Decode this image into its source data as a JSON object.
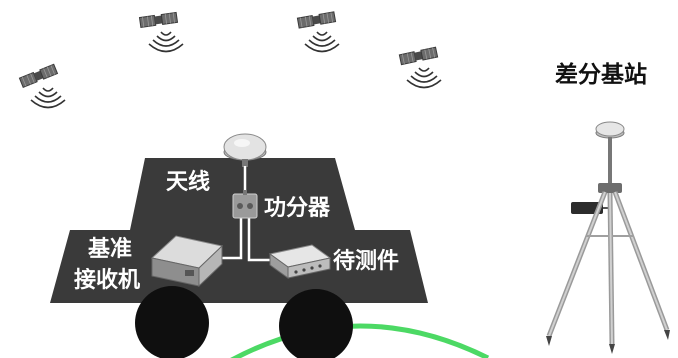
{
  "diagram": {
    "labels": {
      "antenna": "天线",
      "splitter": "功分器",
      "reference_receiver_line1": "基准",
      "reference_receiver_line2": "接收机",
      "device_under_test": "待测件",
      "base_station": "差分基站"
    },
    "icons": [
      "satellite-icon",
      "gnss-antenna-icon",
      "power-splitter-icon",
      "receiver-icon",
      "device-icon",
      "tripod-icon",
      "wheel-icon"
    ]
  }
}
